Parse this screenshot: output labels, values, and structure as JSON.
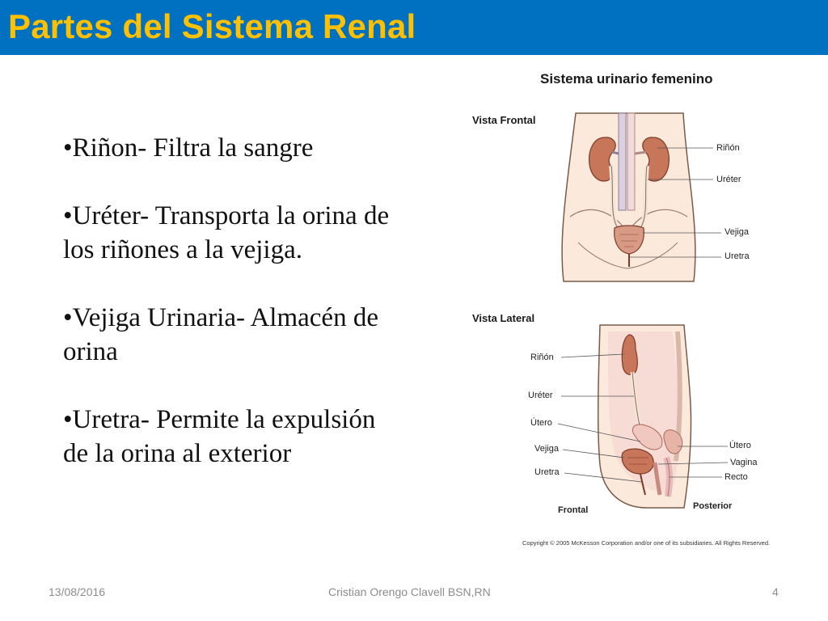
{
  "slide": {
    "title": "Partes del Sistema Renal",
    "bullets": [
      "•Riñon- Filtra la sangre",
      "•Uréter- Transporta la orina de los riñones a la vejiga.",
      "•Vejiga Urinaria- Almacén de orina",
      "•Uretra-  Permite la expulsión de la orina al exterior"
    ]
  },
  "figure": {
    "title": "Sistema urinario femenino",
    "frontal_view": {
      "heading": "Vista Frontal",
      "labels": [
        "Riñón",
        "Uréter",
        "Vejiga",
        "Uretra"
      ]
    },
    "lateral_view": {
      "heading": "Vista Lateral",
      "labels_left": [
        "Riñón",
        "Uréter",
        "Útero",
        "Vejiga",
        "Uretra"
      ],
      "labels_right": [
        "Útero",
        "Vagina",
        "Recto"
      ],
      "bottom_left": "Frontal",
      "bottom_right": "Posterior"
    },
    "copyright": "Copyright © 2005 McKesson Corporation and/or one of its subsidiaries. All Rights Reserved."
  },
  "footer": {
    "date": "13/08/2016",
    "author": "Cristian Orengo Clavell BSN,RN",
    "page_number": "4"
  },
  "colors": {
    "title_bar": "#0070c0",
    "title_text": "#ffc000",
    "kidney": "#c8765a",
    "skin": "#fbe9dc"
  }
}
